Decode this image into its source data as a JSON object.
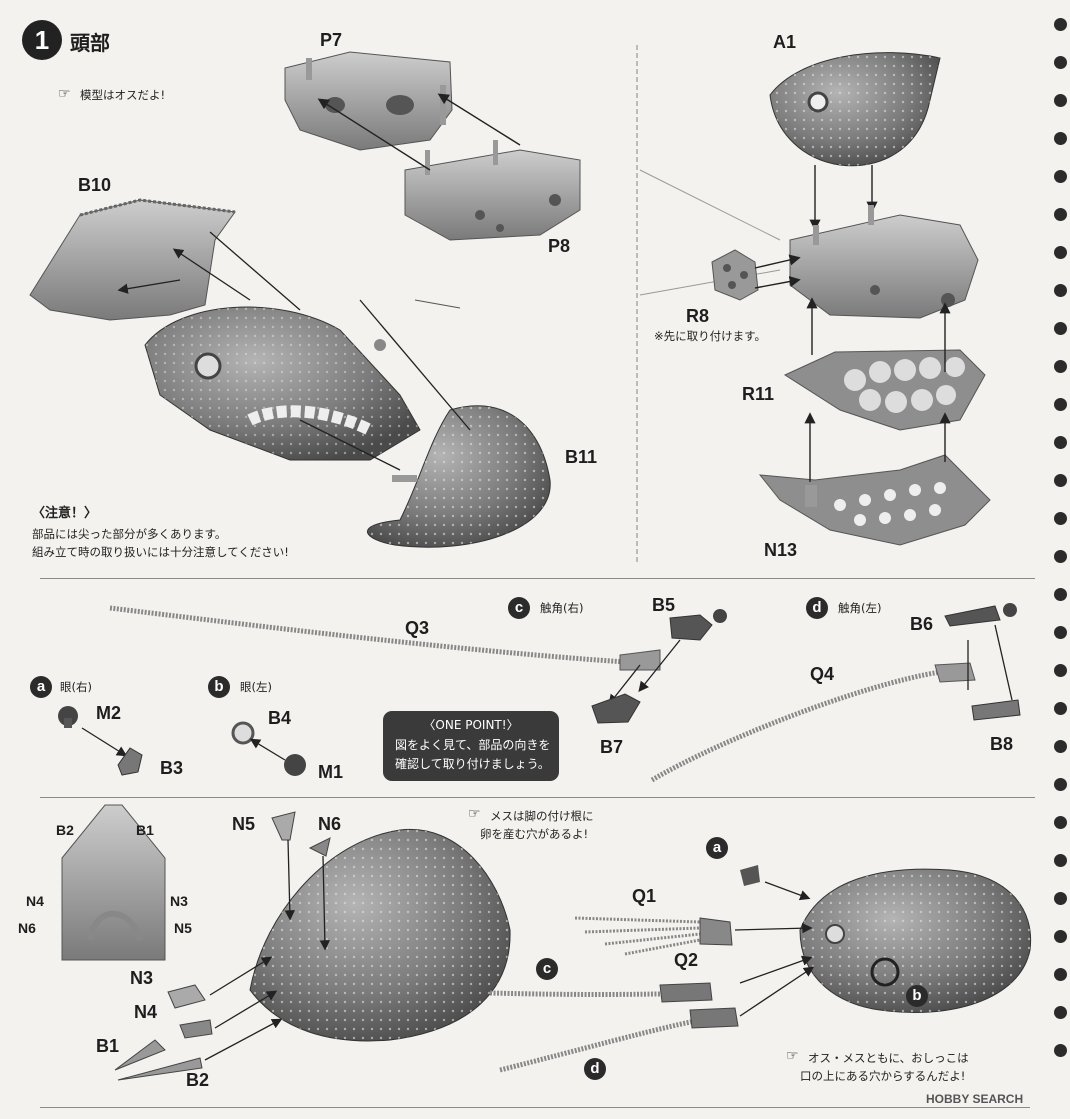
{
  "step": {
    "number": "1",
    "title": "頭部",
    "note": "模型はオスだよ!"
  },
  "caution": {
    "title": "〈注意！〉",
    "lines": [
      "部品には尖った部分が多くあります。",
      "組み立て時の取り扱いには十分注意してください!"
    ]
  },
  "parts": {
    "p7": "P7",
    "p8": "P8",
    "b10": "B10",
    "b11": "B11",
    "a1": "A1",
    "r8": "R8",
    "r11": "R11",
    "n13": "N13",
    "q3": "Q3",
    "q4": "Q4",
    "b5": "B5",
    "b6": "B6",
    "b7": "B7",
    "b8": "B8",
    "m2": "M2",
    "b3": "B3",
    "b4": "B4",
    "m1": "M1",
    "b2": "B2",
    "b1": "B1",
    "n4": "N4",
    "n3": "N3",
    "n6": "N6",
    "n5": "N5",
    "q1": "Q1",
    "q2": "Q2"
  },
  "r8_note": "※先に取り付けます。",
  "sub_steps": {
    "a": {
      "marker": "a",
      "label": "眼(右)"
    },
    "b": {
      "marker": "b",
      "label": "眼(左)"
    },
    "c": {
      "marker": "c",
      "label": "触角(右)"
    },
    "d": {
      "marker": "d",
      "label": "触角(左)"
    }
  },
  "one_point": {
    "title": "〈ONE POINT!〉",
    "lines": [
      "図をよく見て、部品の向きを",
      "確認して取り付けましょう。"
    ]
  },
  "female_note": [
    "メスは脚の付け根に",
    "卵を産む穴があるよ!"
  ],
  "urine_note": [
    "オス・メスともに、おしっこは",
    "口の上にある穴からするんだよ!"
  ],
  "watermark": "HOBBY SEARCH",
  "colors": {
    "part": "#8d8d8d",
    "dark": "#2b2b2b",
    "paper": "#f3f2ef"
  }
}
